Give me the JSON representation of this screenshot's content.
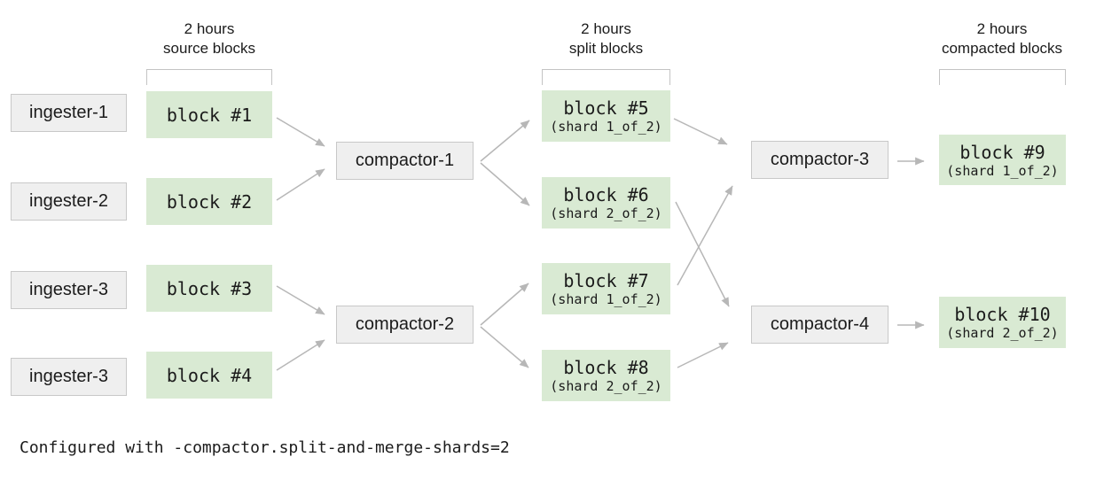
{
  "diagram": {
    "column_headers": [
      {
        "duration": "2 hours",
        "kind": "source blocks"
      },
      {
        "duration": "2 hours",
        "kind": "split blocks"
      },
      {
        "duration": "2 hours",
        "kind": "compacted blocks"
      }
    ],
    "ingesters": [
      "ingester-1",
      "ingester-2",
      "ingester-3",
      "ingester-3"
    ],
    "source_blocks": [
      "block #1",
      "block #2",
      "block #3",
      "block #4"
    ],
    "compactors": [
      "compactor-1",
      "compactor-2",
      "compactor-3",
      "compactor-4"
    ],
    "split_blocks": [
      {
        "label": "block #5",
        "shard": "(shard 1_of_2)"
      },
      {
        "label": "block #6",
        "shard": "(shard 2_of_2)"
      },
      {
        "label": "block #7",
        "shard": "(shard 1_of_2)"
      },
      {
        "label": "block #8",
        "shard": "(shard 2_of_2)"
      }
    ],
    "compacted_blocks": [
      {
        "label": "block #9",
        "shard": "(shard 1_of_2)"
      },
      {
        "label": "block #10",
        "shard": "(shard 2_of_2)"
      }
    ],
    "edges": [
      {
        "from": "block #1",
        "to": "compactor-1"
      },
      {
        "from": "block #2",
        "to": "compactor-1"
      },
      {
        "from": "block #3",
        "to": "compactor-2"
      },
      {
        "from": "block #4",
        "to": "compactor-2"
      },
      {
        "from": "compactor-1",
        "to": "block #5"
      },
      {
        "from": "compactor-1",
        "to": "block #6"
      },
      {
        "from": "compactor-2",
        "to": "block #7"
      },
      {
        "from": "compactor-2",
        "to": "block #8"
      },
      {
        "from": "block #5",
        "to": "compactor-3"
      },
      {
        "from": "block #6",
        "to": "compactor-4"
      },
      {
        "from": "block #7",
        "to": "compactor-3"
      },
      {
        "from": "block #8",
        "to": "compactor-4"
      },
      {
        "from": "compactor-3",
        "to": "block #9"
      },
      {
        "from": "compactor-4",
        "to": "block #10"
      }
    ],
    "footer": "Configured with -compactor.split-and-merge-shards=2",
    "colors": {
      "block_fill": "#d9ead3",
      "node_fill": "#efefef",
      "node_border": "#c8c8c8",
      "bracket_border": "#c4c4c4",
      "arrow": "#b7b7b7",
      "text": "#1b1b1b"
    }
  }
}
